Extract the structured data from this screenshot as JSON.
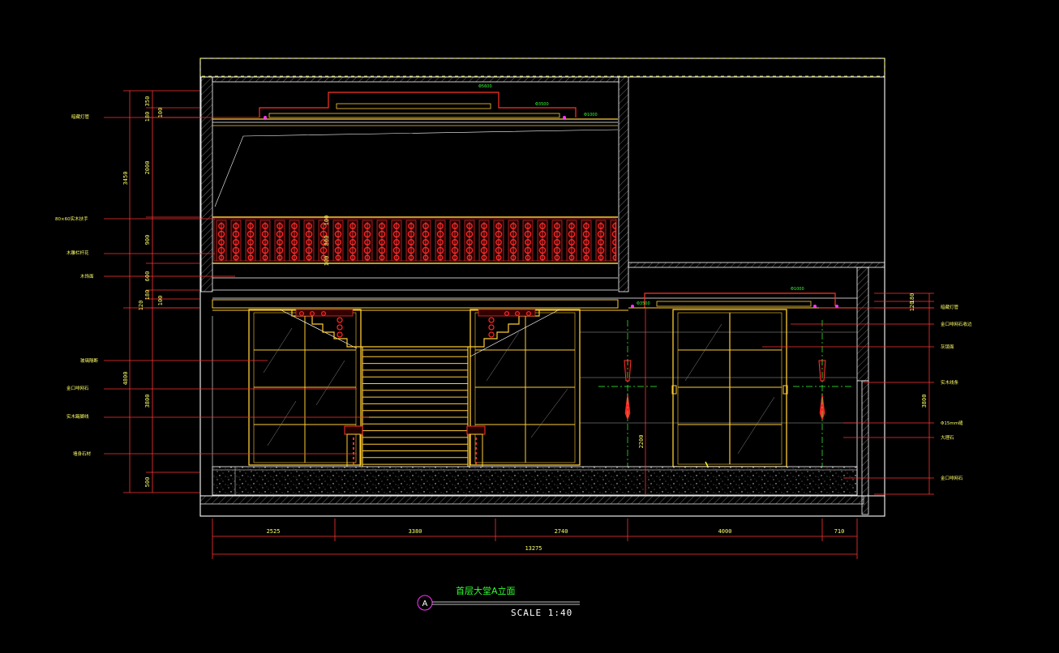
{
  "drawing": {
    "title": "首层大堂A立面",
    "scale": "SCALE 1:40",
    "marker": "A",
    "colors": {
      "background": "#000000",
      "structure": "#ffffff",
      "dimension": "#ffff33",
      "ornament": "#ff2222",
      "glass": "#ffcc33",
      "center": "#33ff33"
    }
  },
  "dims": {
    "bottom": [
      "2525",
      "3380",
      "2740",
      "4000",
      "710"
    ],
    "total": "13275",
    "left_outer": [
      "3450",
      "4800"
    ],
    "left_inner": [
      "350",
      "180",
      "2000",
      "900",
      "600",
      "180",
      "120",
      "3800",
      "500"
    ],
    "left_small": [
      "100",
      "100"
    ],
    "right": [
      "180",
      "120",
      "3800"
    ],
    "door_height": "2200",
    "rail": [
      "100",
      "800",
      "100"
    ]
  },
  "labels": {
    "left": [
      "暗藏灯管",
      "80×60实木扶手",
      "木雕栏杆花",
      "木饰面",
      "玻璃隔断",
      "金口啡网石",
      "实木踢脚线",
      "墙身石材"
    ],
    "right": [
      "暗藏灯管",
      "金口啡网石收边",
      "灰镜面",
      "实木线条",
      "Φ15mm缝",
      "大理石",
      "金口啡网石"
    ]
  },
  "tags": [
    "Φ5600",
    "Φ3500",
    "Φ1000",
    "Φ1000",
    "Φ3500"
  ]
}
